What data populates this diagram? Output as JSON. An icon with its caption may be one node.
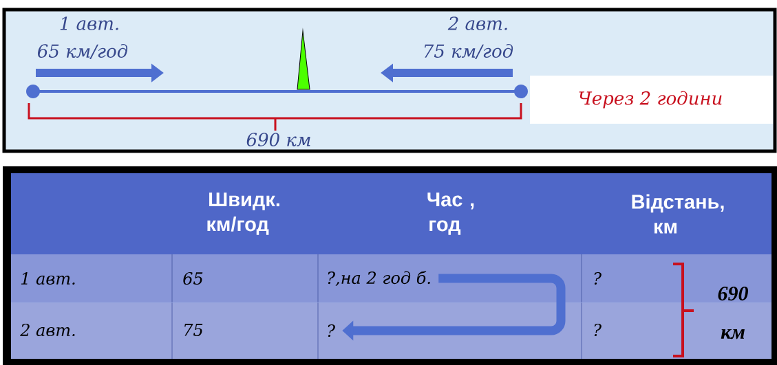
{
  "diagram": {
    "nodes": [
      {
        "text": [
          "?,на 2 год б."
        ]
      },
      {
        "text": [
          "?"
        ]
      }
    ],
    "edges": [
      {
        "from": 0,
        "to": 1,
        "arrow": "to"
      }
    ],
    "labels": [
      "1 авт.",
      "65 км/год",
      "2 авт.",
      "75 км/год",
      "Через 2 години",
      "690 км",
      "Швидк. км/год",
      "Час , год",
      "Відстань, км",
      "1 авт.",
      "65",
      "?",
      "2 авт.",
      "75",
      "?",
      "690 км"
    ]
  }
}
